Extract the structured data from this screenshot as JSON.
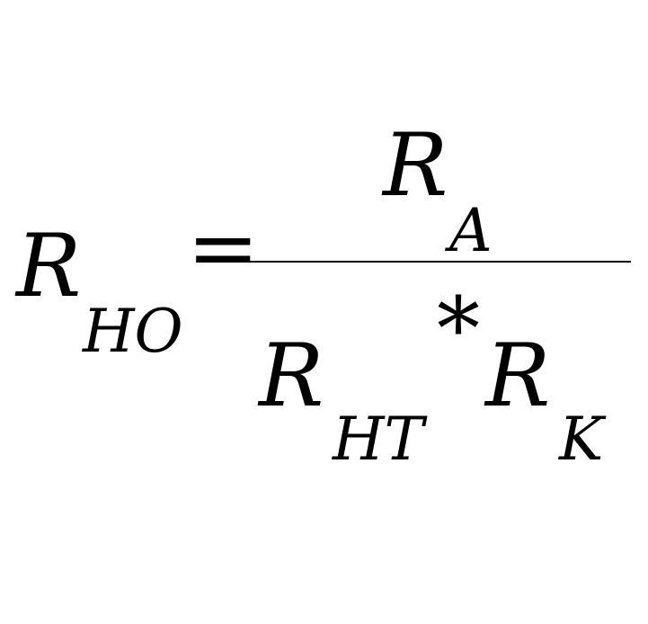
{
  "formula": {
    "lhs": {
      "symbol": "R",
      "subscript": "HO"
    },
    "equals": "=",
    "numerator": {
      "symbol": "R",
      "subscript": "A"
    },
    "denominator": {
      "term1": {
        "symbol": "R",
        "subscript": "HT"
      },
      "operator": "*",
      "term2": {
        "symbol": "R",
        "subscript": "K"
      }
    }
  }
}
